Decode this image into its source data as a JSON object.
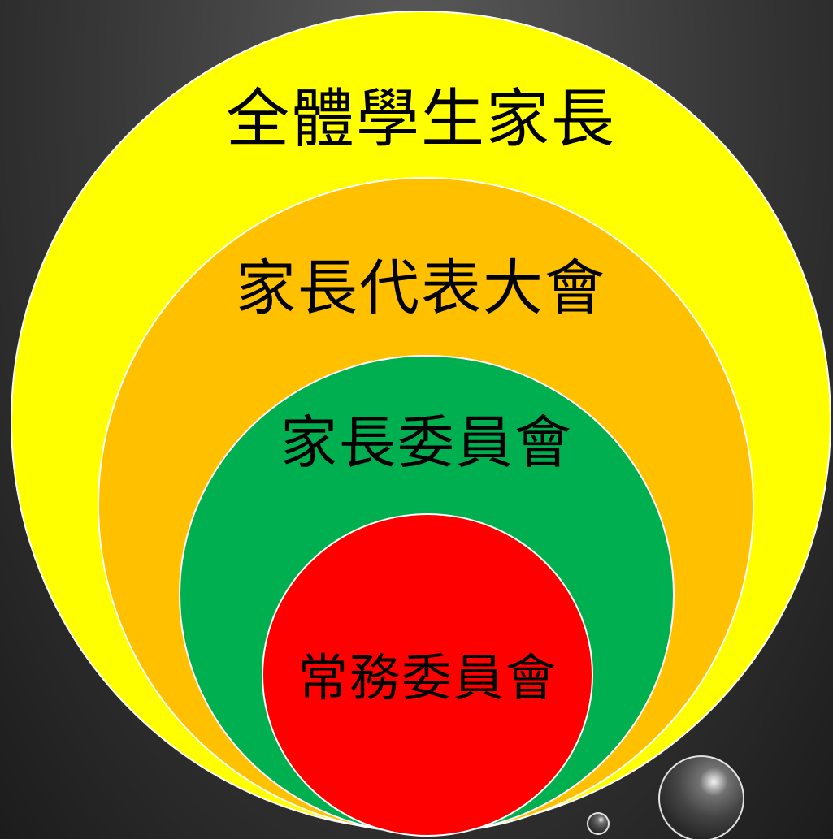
{
  "layers": [
    {
      "label": "全體學生家長",
      "color": "#ffff00"
    },
    {
      "label": "家長代表大會",
      "color": "#ffc000"
    },
    {
      "label": "家長委員會",
      "color": "#00b050"
    },
    {
      "label": "常務委員會",
      "color": "#ff0000"
    }
  ],
  "background_color": "#3c3c3c",
  "decoration": [
    "bubble-large",
    "bubble-small"
  ]
}
